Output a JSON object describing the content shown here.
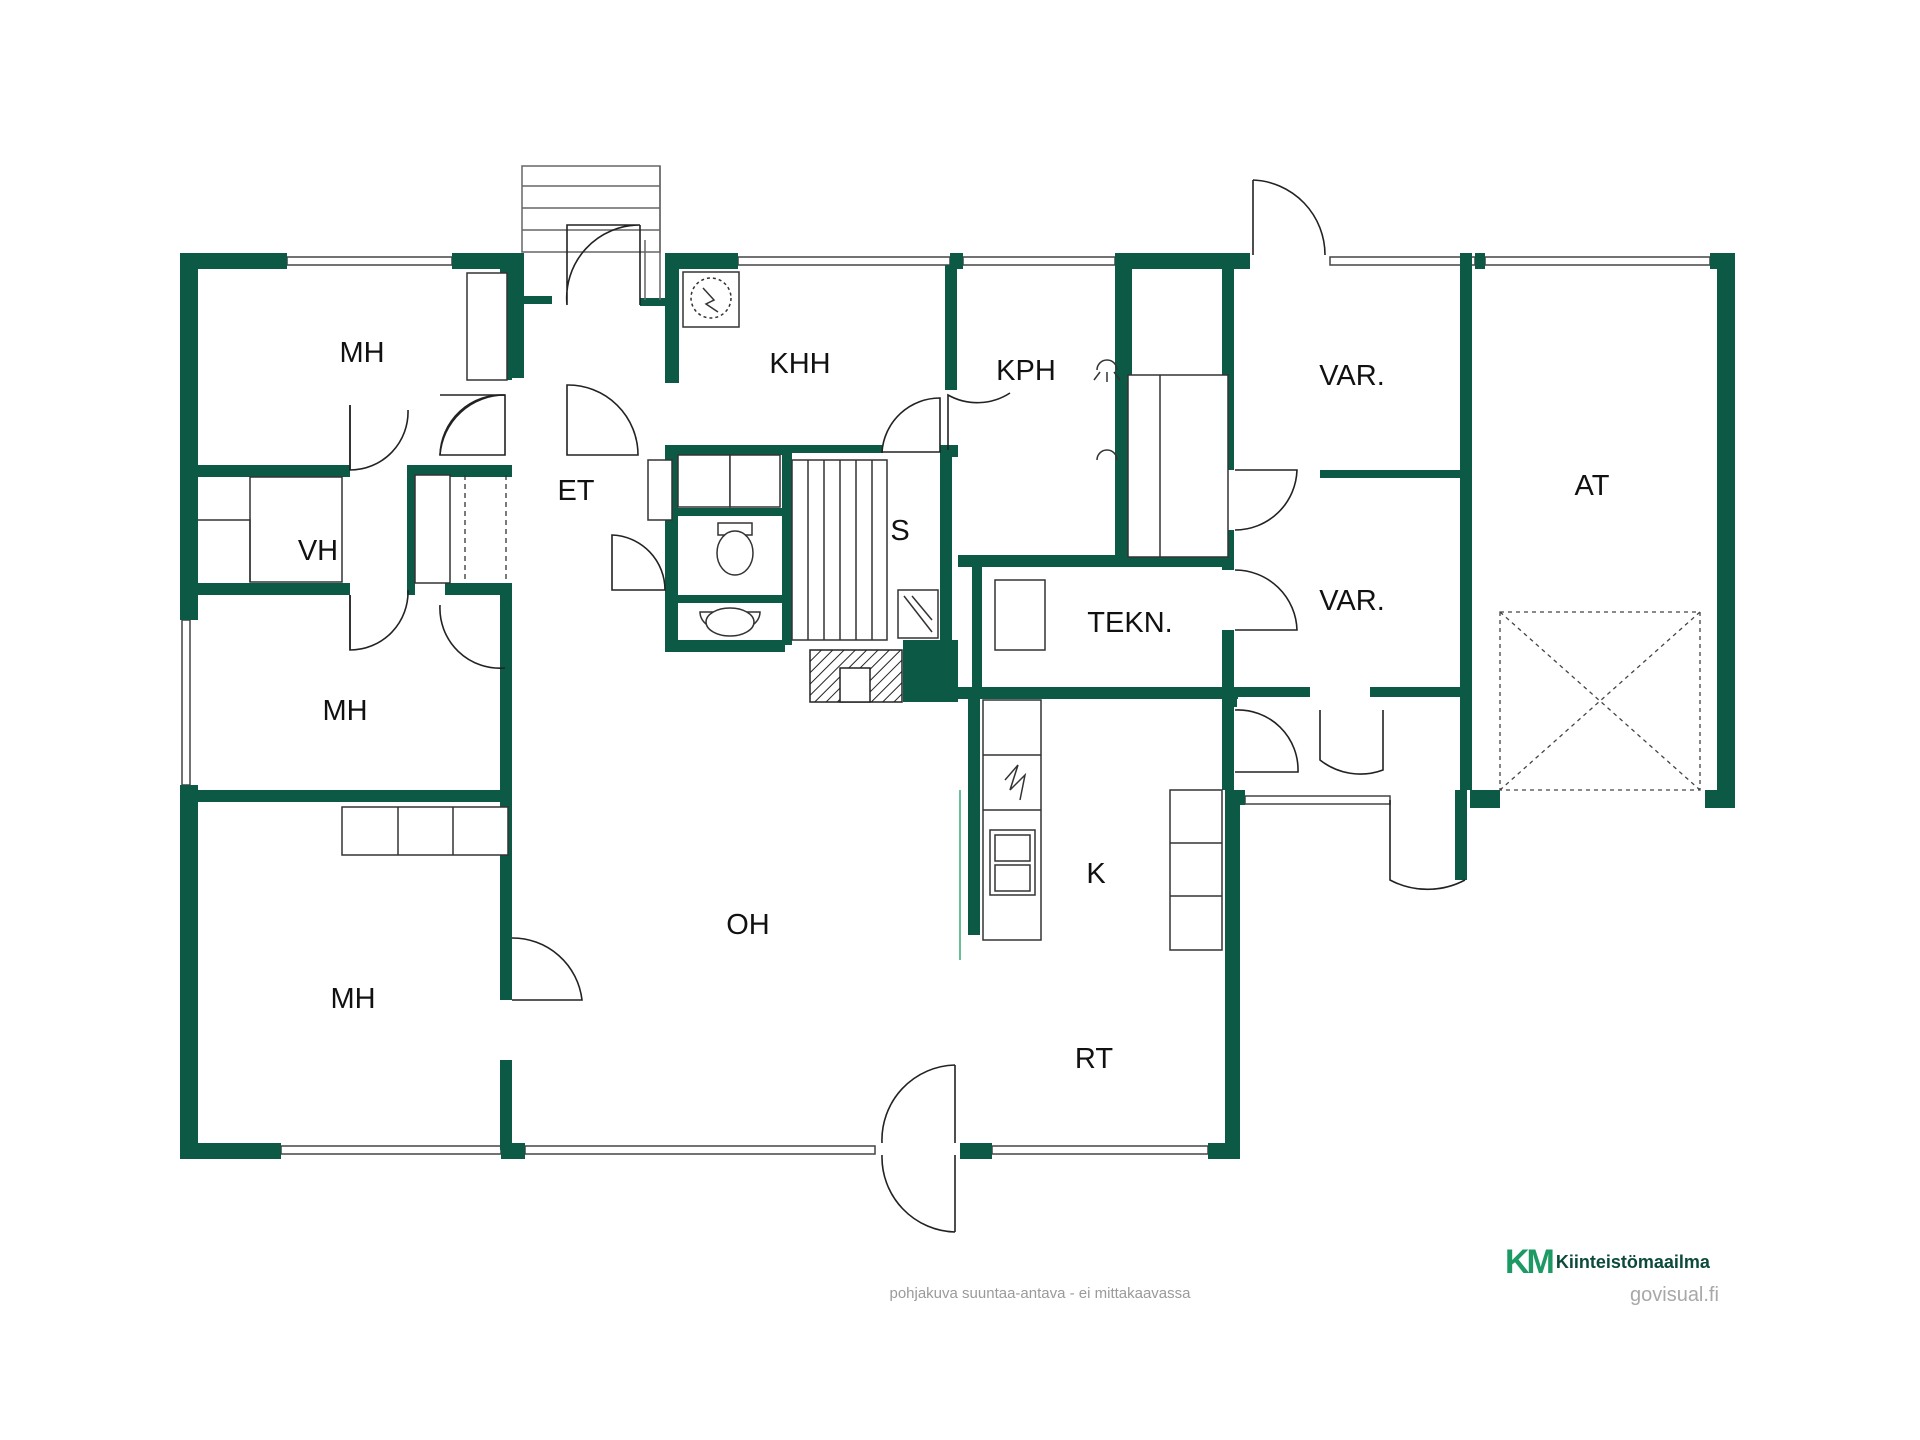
{
  "colors": {
    "wall": "#0c5a45",
    "line": "#333333",
    "window": "#444444",
    "background": "#ffffff"
  },
  "rooms": {
    "mh_top": "MH",
    "vh": "VH",
    "mh_mid": "MH",
    "mh_bottom": "MH",
    "et": "ET",
    "khh": "KHH",
    "kph": "KPH",
    "s": "S",
    "var_top": "VAR.",
    "var_mid": "VAR.",
    "at": "AT",
    "tekn": "TEKN.",
    "k": "K",
    "oh": "OH",
    "rt": "RT"
  },
  "footer": {
    "note": "pohjakuva suuntaa-antava - ei mittakaavassa",
    "credit": "govisual.fi"
  },
  "brand": {
    "mark": "KM",
    "name": "Kiinteistömaailma"
  },
  "icons": [
    "electric-panel-icon",
    "toilet-icon",
    "sink-icon",
    "shower-icon",
    "stove-icon",
    "kitchen-sink-icon",
    "fireplace-icon"
  ]
}
